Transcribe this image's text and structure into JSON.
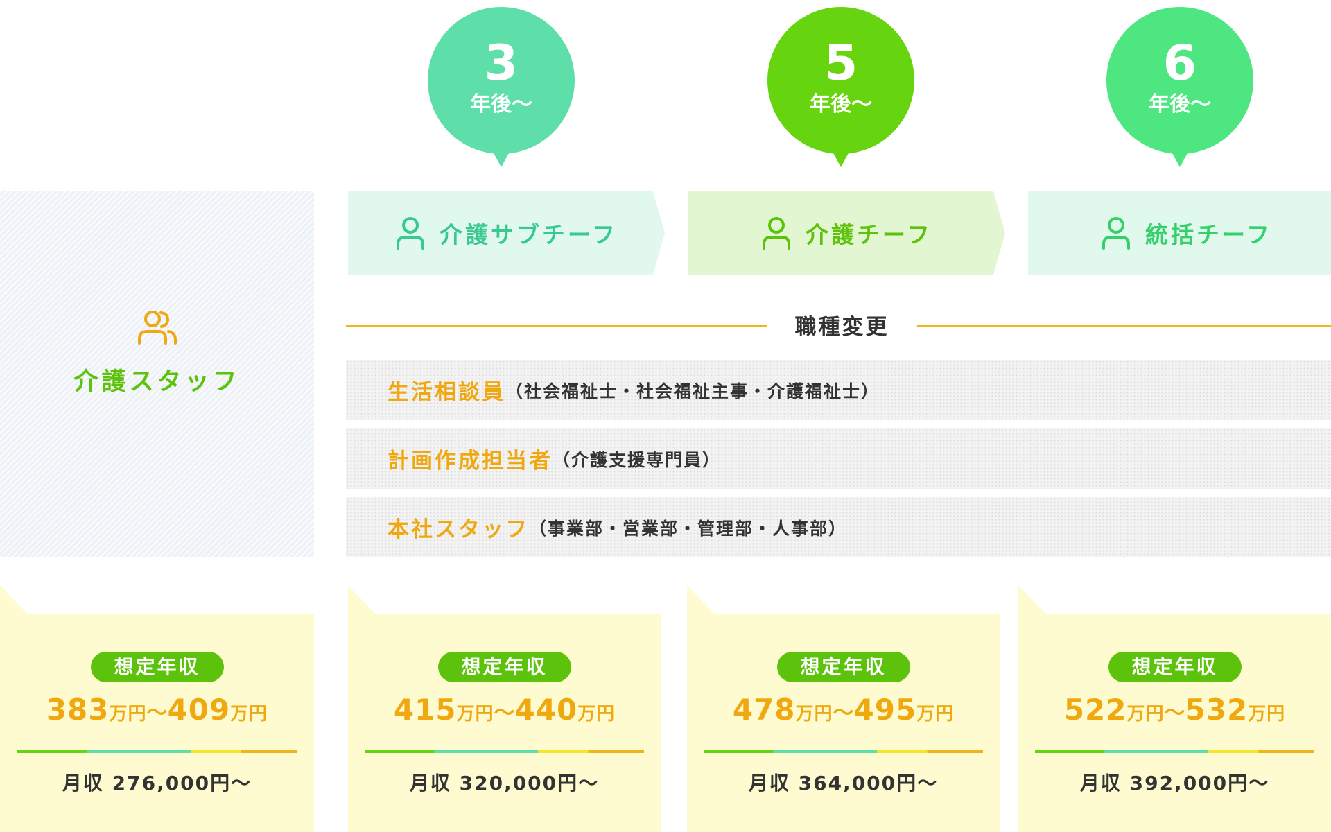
{
  "milestones": [
    {
      "number": "3",
      "unit": "年後〜",
      "color": "#5edfaa"
    },
    {
      "number": "5",
      "unit": "年後〜",
      "color": "#66d40e"
    },
    {
      "number": "6",
      "unit": "年後〜",
      "color": "#4ee681"
    }
  ],
  "roles": [
    {
      "label": "介護サブチーフ",
      "icon": "person-icon"
    },
    {
      "label": "介護チーフ",
      "icon": "person-icon"
    },
    {
      "label": "統括チーフ",
      "icon": "person-icon"
    }
  ],
  "staff": {
    "label": "介護スタッフ",
    "icon": "group-icon"
  },
  "career_change": {
    "title": "職種変更",
    "options": [
      {
        "main": "生活相談員",
        "sub": "（社会福祉士・社会福祉主事・介護福祉士）"
      },
      {
        "main": "計画作成担当者",
        "sub": "（介護支援専門員）"
      },
      {
        "main": "本社スタッフ",
        "sub": "（事業部・営業部・管理部・人事部）"
      }
    ]
  },
  "salary_cards": [
    {
      "badge": "想定年収",
      "min": "383",
      "max": "409",
      "unit": "万円",
      "tilde": "〜",
      "monthly": "月収 276,000円〜"
    },
    {
      "badge": "想定年収",
      "min": "415",
      "max": "440",
      "unit": "万円",
      "tilde": "〜",
      "monthly": "月収 320,000円〜"
    },
    {
      "badge": "想定年収",
      "min": "478",
      "max": "495",
      "unit": "万円",
      "tilde": "〜",
      "monthly": "月収 364,000円〜"
    },
    {
      "badge": "想定年収",
      "min": "522",
      "max": "532",
      "unit": "万円",
      "tilde": "〜",
      "monthly": "月収 392,000円〜"
    }
  ],
  "colors": {
    "green": "#66d40e",
    "mint": "#5edfaa",
    "yellow": "#f6e62b",
    "orange": "#f0a810",
    "card_bg": "#fffbd1"
  }
}
